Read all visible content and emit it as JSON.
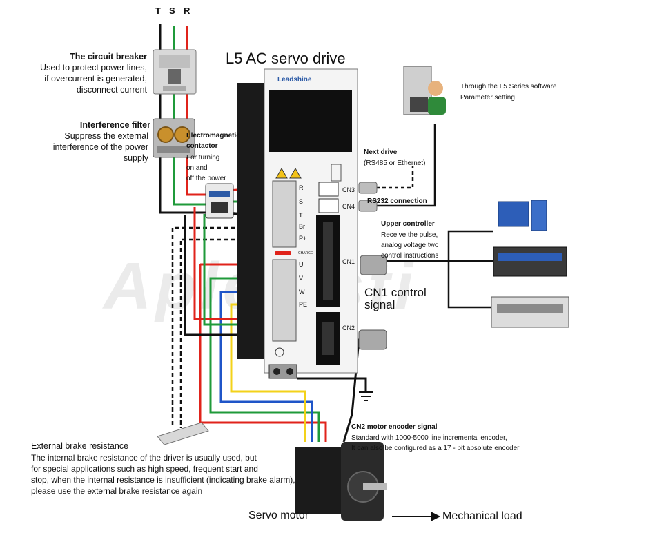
{
  "power_phases": [
    "T",
    "S",
    "R"
  ],
  "title": "L5 AC servo drive",
  "brand": "Leadshine",
  "circuit_breaker": {
    "heading": "The circuit breaker",
    "lines": [
      "Used to protect power lines,",
      "if overcurrent is generated,",
      "disconnect current"
    ]
  },
  "interference_filter": {
    "heading": "Interference filter",
    "lines": [
      "Suppress the external",
      "interference of the power",
      "supply"
    ]
  },
  "contactor": {
    "heading_lines": [
      "Electromagnetic",
      "contactor"
    ],
    "lines": [
      "For turning",
      "on and",
      "off the power"
    ]
  },
  "software": {
    "lines": [
      "Through the L5 Series software",
      "Parameter setting"
    ]
  },
  "next_drive": {
    "heading": "Next drive",
    "sub": "(RS485 or Ethernet)"
  },
  "rs232": "RS232 connection",
  "upper_controller": {
    "heading": "Upper controller",
    "lines": [
      "Receive the pulse,",
      "analog voltage two",
      "control instructions"
    ]
  },
  "cn1_signal": [
    "CN1 control",
    "signal"
  ],
  "connectors": [
    "CN3",
    "CN4",
    "CN1",
    "CN2"
  ],
  "terminals_power": [
    "R",
    "S",
    "T",
    "Br",
    "P+"
  ],
  "terminals_motor": [
    "U",
    "V",
    "W",
    "PE"
  ],
  "charge_label": "CHARGE",
  "cn2_encoder": {
    "heading": "CN2 motor encoder signal",
    "lines": [
      "Standard with 1000-5000 line incremental encoder,",
      "It can also be configured as a 17 - bit absolute encoder"
    ]
  },
  "brake_resistance": {
    "heading": "External brake resistance",
    "lines": [
      "The internal brake resistance of the driver is usually used, but",
      "for special applications such as high speed, frequent start and",
      "stop, when the internal resistance is insufficient (indicating brake alarm),",
      "please use the external brake resistance again"
    ]
  },
  "servo_motor": "Servo motor",
  "mechanical_load": "Mechanical load",
  "wire_colors": {
    "red": "#e0231b",
    "green": "#1f9a3a",
    "black": "#111111",
    "blue": "#1f55c8",
    "yellow": "#f3d21a"
  }
}
